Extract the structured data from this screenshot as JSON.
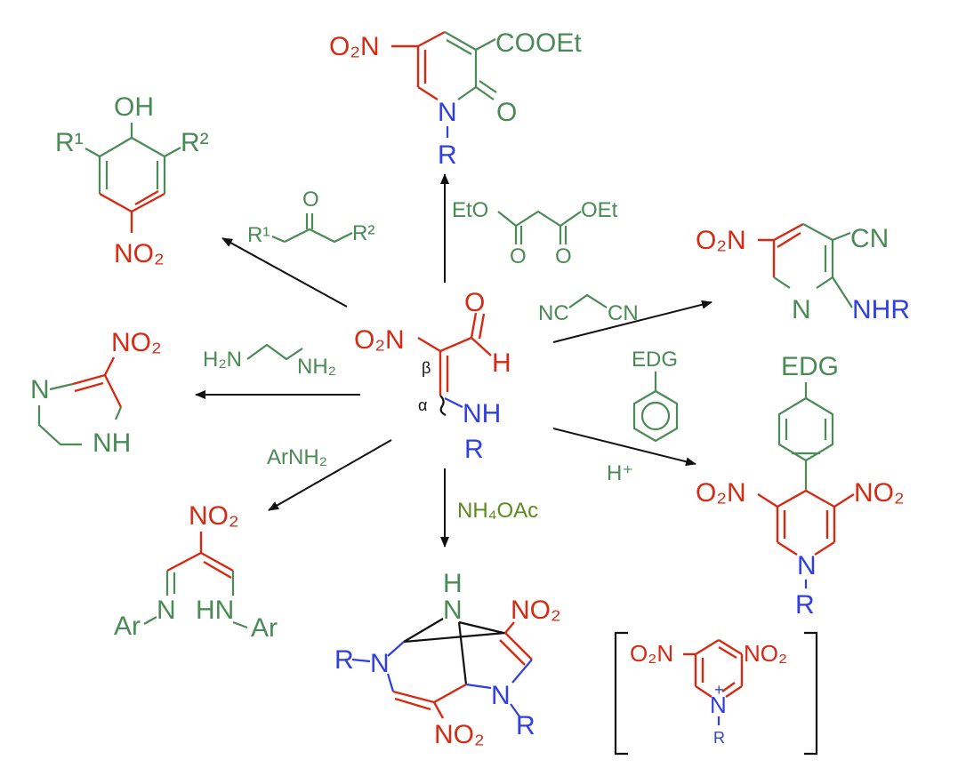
{
  "center": {
    "no2": "O₂N",
    "o": "O",
    "h": "H",
    "beta": "β",
    "alpha": "α",
    "nh": "NH",
    "r": "R"
  },
  "reagents": {
    "malonate_left": "EtO",
    "malonate_right": "OEt",
    "malonate_o1": "O",
    "malonate_o2": "O",
    "diketone_o": "O",
    "diketone_r1": "R¹",
    "diketone_r2": "R²",
    "diamine_left": "H₂N",
    "diamine_right": "NH₂",
    "malononitrile_left": "NC",
    "malononitrile_right": "CN",
    "edg_reagent": "EDG",
    "acid": "H⁺",
    "arnh2": "ArNH₂",
    "nh4oac": "NH₄OAc"
  },
  "products": {
    "pyridone": {
      "no2": "O₂N",
      "ester": "COOEt",
      "n": "N",
      "o": "O",
      "r": "R"
    },
    "phenol": {
      "oh": "OH",
      "r1": "R¹",
      "r2": "R²",
      "no2": "NO₂"
    },
    "cyanopyridine": {
      "no2": "O₂N",
      "cn": "CN",
      "n": "N",
      "nhr": "NHR"
    },
    "diazepine": {
      "no2": "NO₂",
      "n": "N",
      "nh": "NH"
    },
    "dihydropyridine": {
      "edg": "EDG",
      "no2_left": "O₂N",
      "no2_right": "NO₂",
      "n": "N",
      "r": "R"
    },
    "diimine": {
      "no2": "NO₂",
      "ar_left": "Ar",
      "n_left": "N",
      "hn": "HN",
      "ar_right": "Ar"
    },
    "bicyclic": {
      "h": "H",
      "n_top": "N",
      "no2_top": "NO₂",
      "r_left": "R",
      "n_left": "N",
      "n_right": "N",
      "r_right": "R",
      "no2_bottom": "NO₂"
    },
    "pyridinium": {
      "no2_left": "O₂N",
      "no2_right": "NO₂",
      "n": "N",
      "plus": "+",
      "r": "R"
    }
  }
}
